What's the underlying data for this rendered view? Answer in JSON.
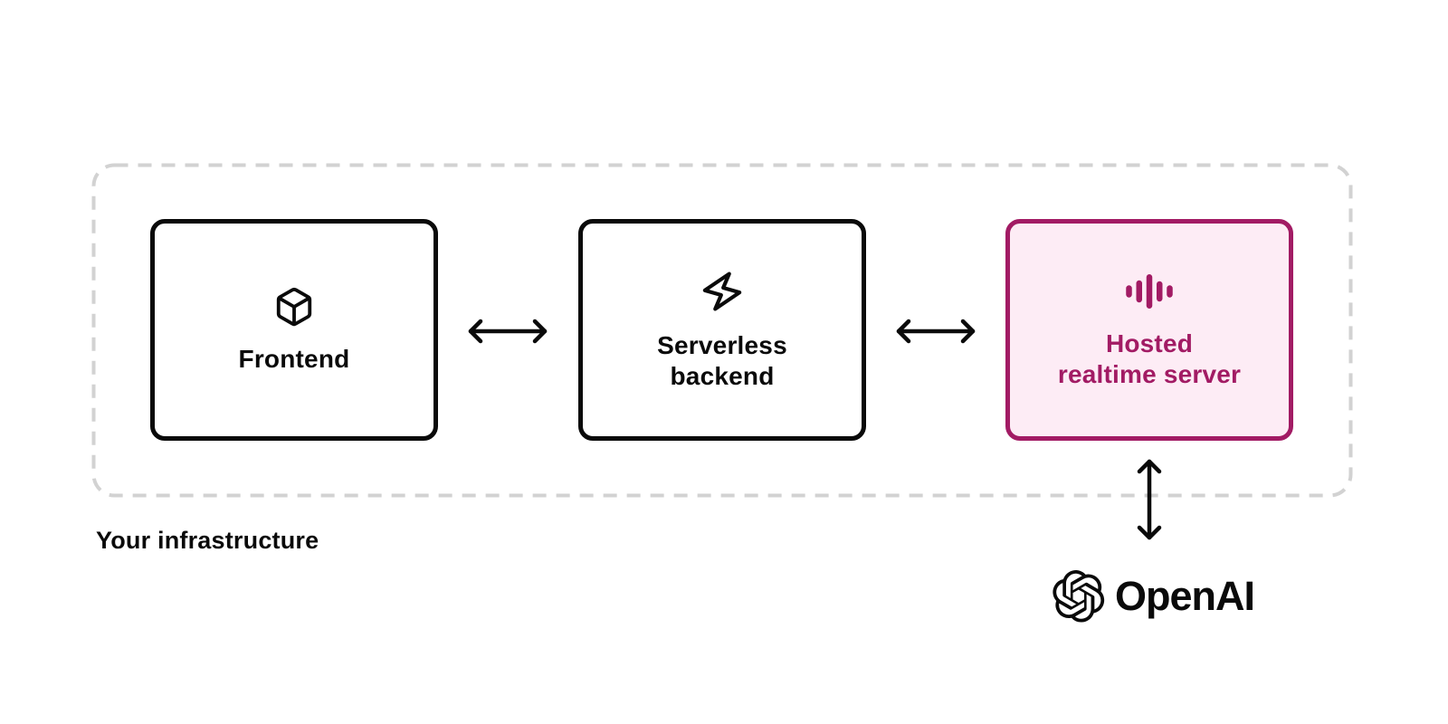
{
  "boundary": {
    "label": "Your infrastructure"
  },
  "nodes": {
    "frontend": {
      "label": "Frontend",
      "icon": "cube-icon"
    },
    "serverless_backend": {
      "label": "Serverless\nbackend",
      "icon": "lightning-bolt-icon"
    },
    "hosted_realtime_server": {
      "label": "Hosted\nrealtime server",
      "icon": "audio-waveform-icon"
    }
  },
  "connections": [
    {
      "from": "frontend",
      "to": "serverless_backend",
      "type": "bidirectional-arrow"
    },
    {
      "from": "serverless_backend",
      "to": "hosted_realtime_server",
      "type": "bidirectional-arrow"
    },
    {
      "from": "hosted_realtime_server",
      "to": "openai",
      "type": "bidirectional-arrow"
    }
  ],
  "external_service": {
    "label": "OpenAI",
    "icon": "openai-logo-icon"
  },
  "colors": {
    "accent": "#a21b64",
    "accent_fill": "#fdecf5",
    "node_border": "#0a0a0a",
    "boundary_dash": "#d2d2d2",
    "text": "#0a0a0a",
    "background": "#ffffff"
  }
}
